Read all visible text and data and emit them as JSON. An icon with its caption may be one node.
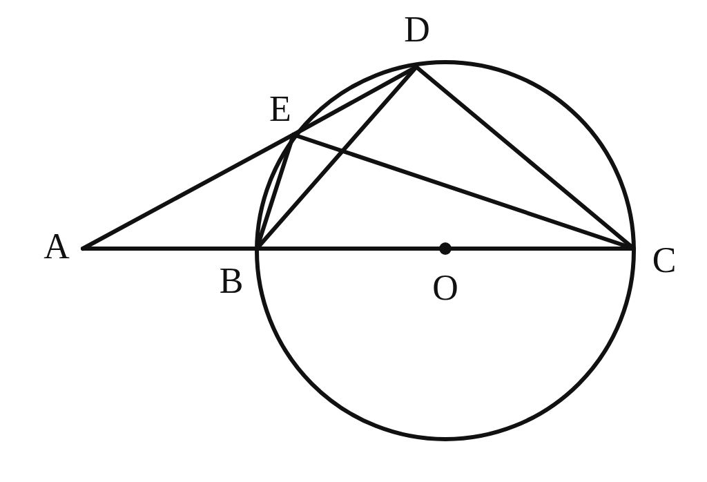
{
  "diagram": {
    "nodes": [
      {
        "text": [
          "A"
        ]
      },
      {
        "text": [
          "B"
        ]
      },
      {
        "text": [
          "C"
        ]
      },
      {
        "text": [
          "D"
        ]
      },
      {
        "text": [
          "E"
        ]
      },
      {
        "text": [
          "O"
        ]
      }
    ],
    "edges": [
      {
        "from": 0,
        "to": 4,
        "arrow": "none"
      },
      {
        "from": 4,
        "to": 3,
        "arrow": "none"
      },
      {
        "from": 0,
        "to": 1,
        "arrow": "none"
      },
      {
        "from": 1,
        "to": 2,
        "arrow": "none"
      },
      {
        "from": 1,
        "to": 4,
        "arrow": "none"
      },
      {
        "from": 1,
        "to": 3,
        "arrow": "none"
      },
      {
        "from": 4,
        "to": 2,
        "arrow": "none"
      },
      {
        "from": 3,
        "to": 2,
        "arrow": "none"
      }
    ]
  }
}
